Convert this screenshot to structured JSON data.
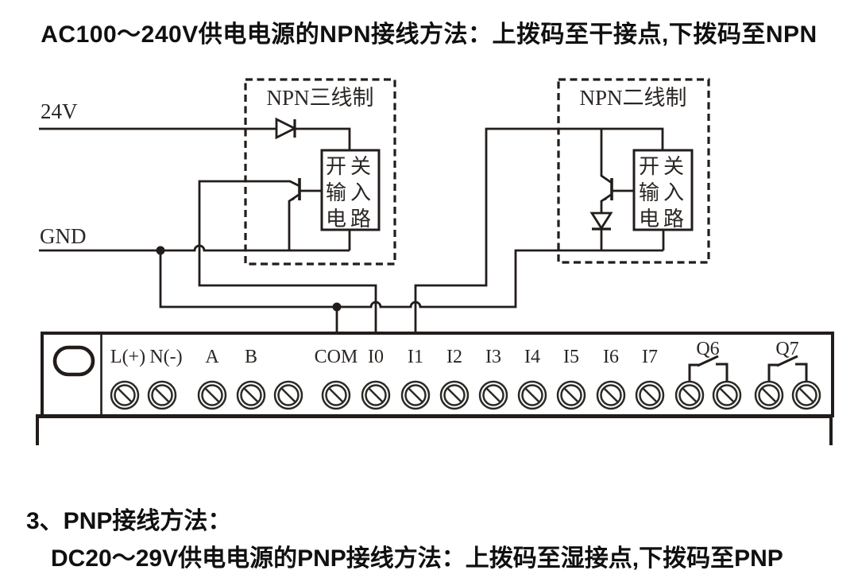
{
  "title": "AC100～240V供电电源的NPN接线方法：上拨码至干接点,下拨码至NPN",
  "diagram": {
    "rail_labels": {
      "top": "24V",
      "bottom": "GND"
    },
    "sensor_boxes": [
      {
        "title": "NPN三线制",
        "circuit_box_lines": [
          "开关",
          "输入",
          "电路"
        ]
      },
      {
        "title": "NPN二线制",
        "circuit_box_lines": [
          "开关",
          "输入",
          "电路"
        ]
      }
    ],
    "terminal_labels": [
      "L(+)",
      "N(-)",
      "A",
      "B",
      "COM",
      "I0",
      "I1",
      "I2",
      "I3",
      "I4",
      "I5",
      "I6",
      "I7"
    ],
    "relay_labels": [
      "Q6",
      "Q7"
    ]
  },
  "footer": {
    "heading": "3、PNP接线方法：",
    "subheading": "DC20～29V供电电源的PNP接线方法：上拨码至湿接点,下拨码至PNP"
  },
  "colors": {
    "ink": "#221d1b"
  }
}
